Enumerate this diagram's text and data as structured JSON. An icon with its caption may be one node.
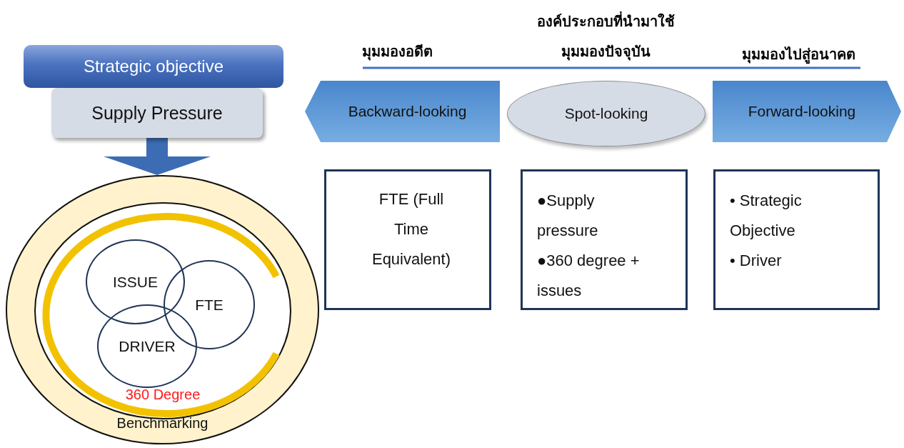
{
  "diagram": {
    "nodes": [
      {
        "text": [
          "Strategic objective"
        ]
      },
      {
        "text": [
          "Supply Pressure"
        ]
      },
      {
        "text": [
          "Benchmarking"
        ]
      },
      {
        "text": [
          "360 Degree"
        ],
        "in": 2
      },
      {
        "text": [
          "ISSUE"
        ],
        "in": 3
      },
      {
        "text": [
          "FTE"
        ],
        "in": 3
      },
      {
        "text": [
          "DRIVER"
        ],
        "in": 3
      },
      {
        "text": [
          "Backward-looking"
        ]
      },
      {
        "text": [
          "Spot-looking"
        ]
      },
      {
        "text": [
          "Forward-looking"
        ]
      },
      {
        "text": [
          "FTE (Full Time Equivalent)"
        ]
      },
      {
        "text": [
          "●Supply pressure",
          "●360 degree + issues"
        ]
      },
      {
        "text": [
          "• Strategic Objective",
          "• Driver"
        ]
      }
    ],
    "edges": [
      {
        "from": 1,
        "to": 2,
        "arrow": "to"
      }
    ],
    "labels": [
      "องค์ประกอบที่นำมาใช้",
      "มุมมองอดีต",
      "มุมมองปัจจุบัน",
      "มุมมองไปสู่อนาคต"
    ]
  }
}
